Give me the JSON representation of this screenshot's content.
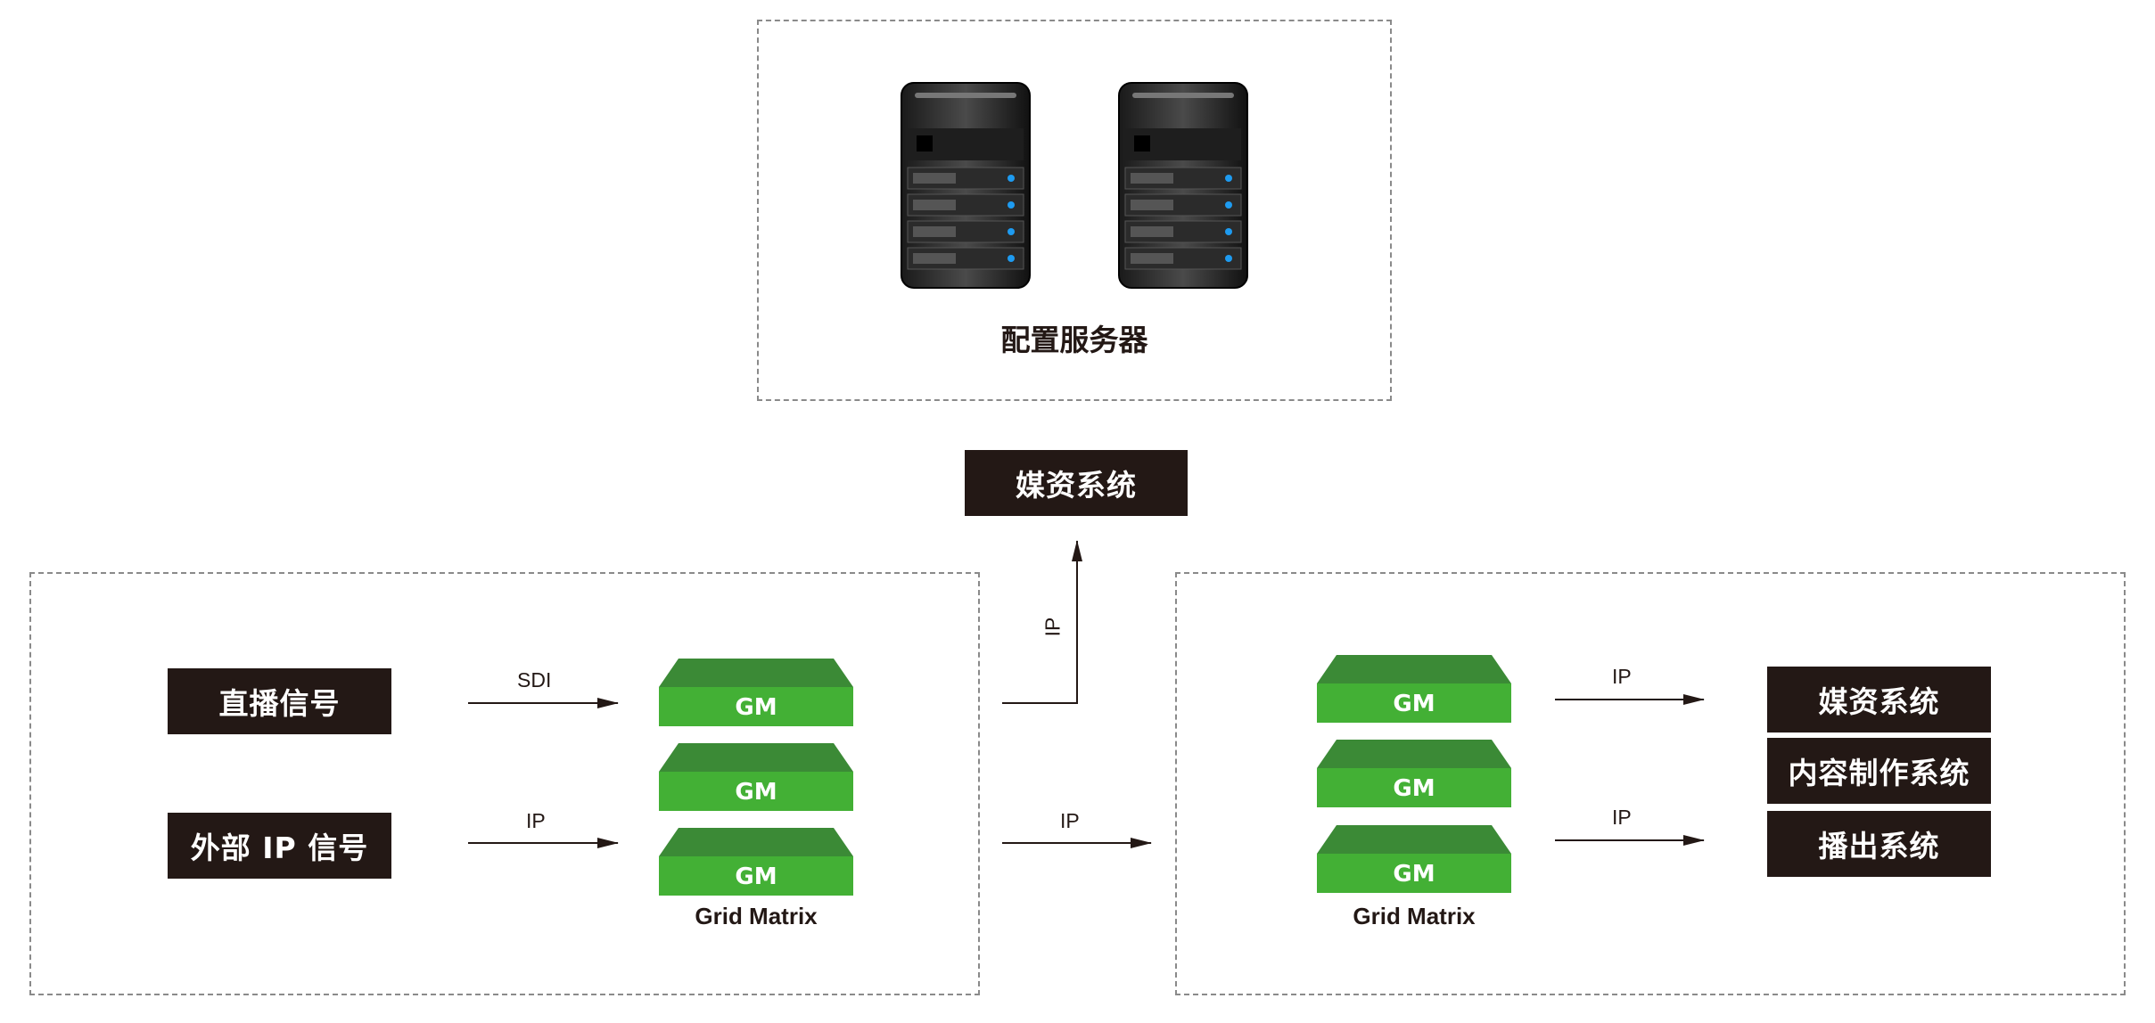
{
  "server_group": {
    "caption": "配置服务器"
  },
  "media_asset_top": {
    "label": "媒资系统"
  },
  "left_panel": {
    "sources": [
      "直播信号",
      "外部 IP 信号"
    ],
    "links": [
      "SDI",
      "IP"
    ],
    "matrix_label": "Grid Matrix"
  },
  "center_links": {
    "up": "IP",
    "right": "IP"
  },
  "right_panel": {
    "matrix_label": "Grid Matrix",
    "links": [
      "IP",
      "IP"
    ],
    "targets": [
      "媒资系统",
      "内容制作系统",
      "播出系统"
    ]
  },
  "gm_unit": {
    "label": "GM"
  },
  "colors": {
    "box_dark": "#231815",
    "gm_top": "#3b8a36",
    "gm_front": "#43b035",
    "dash": "#8a8a8a"
  }
}
